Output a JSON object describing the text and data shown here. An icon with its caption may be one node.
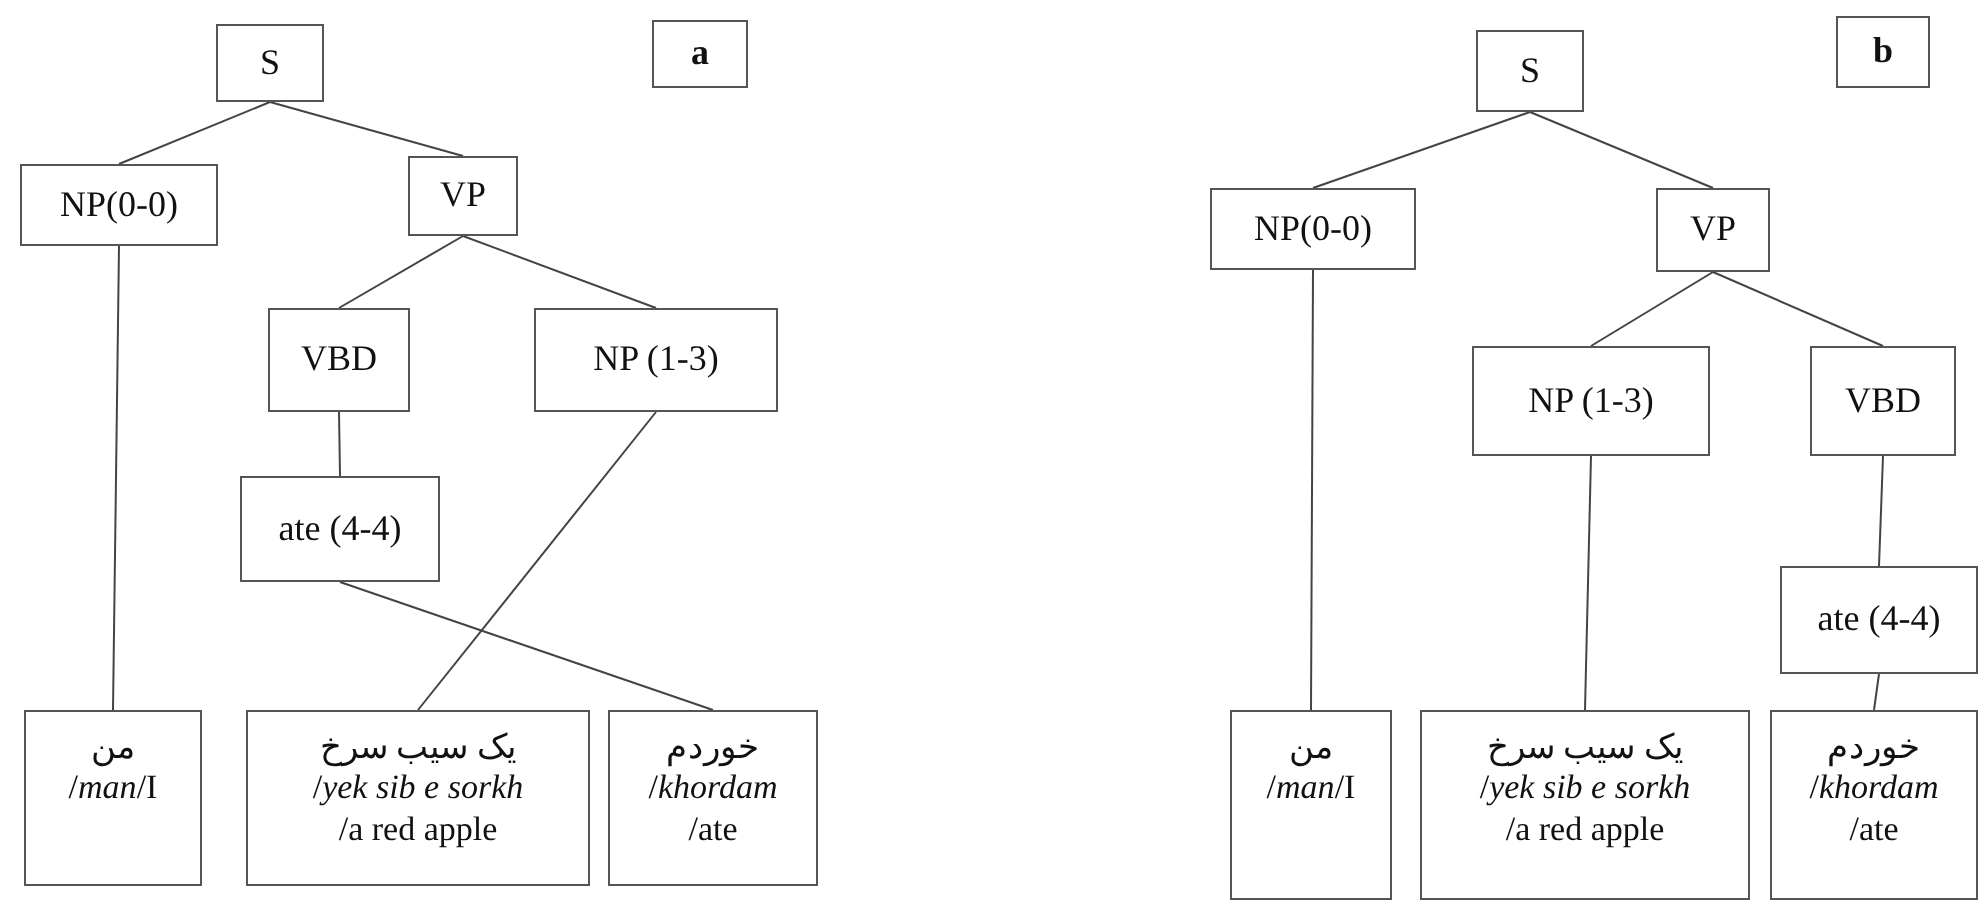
{
  "diagram": {
    "nodes": [
      {
        "text": [
          "S"
        ]
      },
      {
        "text": [
          "a"
        ]
      },
      {
        "text": [
          "NP(0-0)"
        ]
      },
      {
        "text": [
          "VP"
        ]
      },
      {
        "text": [
          "VBD"
        ]
      },
      {
        "text": [
          "NP (1-3)"
        ]
      },
      {
        "text": [
          "ate (4-4)"
        ]
      },
      {
        "text": [
          "من",
          "/*man*/I"
        ]
      },
      {
        "text": [
          "یک سیب سرخ",
          "/*yek sib e sorkh*",
          "/a red apple"
        ]
      },
      {
        "text": [
          "خوردم",
          "/*khordam*",
          "/ate"
        ]
      },
      {
        "text": [
          "S"
        ]
      },
      {
        "text": [
          "b"
        ]
      },
      {
        "text": [
          "NP(0-0)"
        ]
      },
      {
        "text": [
          "VP"
        ]
      },
      {
        "text": [
          "NP (1-3)"
        ]
      },
      {
        "text": [
          "VBD"
        ]
      },
      {
        "text": [
          "ate (4-4)"
        ]
      },
      {
        "text": [
          "من",
          "/*man*/I"
        ]
      },
      {
        "text": [
          "یک سیب سرخ",
          "/*yek sib e sorkh*",
          "/a red apple"
        ]
      },
      {
        "text": [
          "خوردم",
          "/*khordam*",
          "/ate"
        ]
      }
    ],
    "edges": [
      {
        "from": 0,
        "to": 2,
        "arrow": "none"
      },
      {
        "from": 0,
        "to": 3,
        "arrow": "none"
      },
      {
        "from": 3,
        "to": 4,
        "arrow": "none"
      },
      {
        "from": 3,
        "to": 5,
        "arrow": "none"
      },
      {
        "from": 4,
        "to": 6,
        "arrow": "none"
      },
      {
        "from": 2,
        "to": 7,
        "arrow": "none"
      },
      {
        "from": 5,
        "to": 8,
        "arrow": "none"
      },
      {
        "from": 6,
        "to": 9,
        "arrow": "none"
      },
      {
        "from": 10,
        "to": 12,
        "arrow": "none"
      },
      {
        "from": 10,
        "to": 13,
        "arrow": "none"
      },
      {
        "from": 13,
        "to": 14,
        "arrow": "none"
      },
      {
        "from": 13,
        "to": 15,
        "arrow": "none"
      },
      {
        "from": 15,
        "to": 16,
        "arrow": "none"
      },
      {
        "from": 12,
        "to": 17,
        "arrow": "none"
      },
      {
        "from": 14,
        "to": 18,
        "arrow": "none"
      },
      {
        "from": 16,
        "to": 19,
        "arrow": "none"
      }
    ]
  }
}
